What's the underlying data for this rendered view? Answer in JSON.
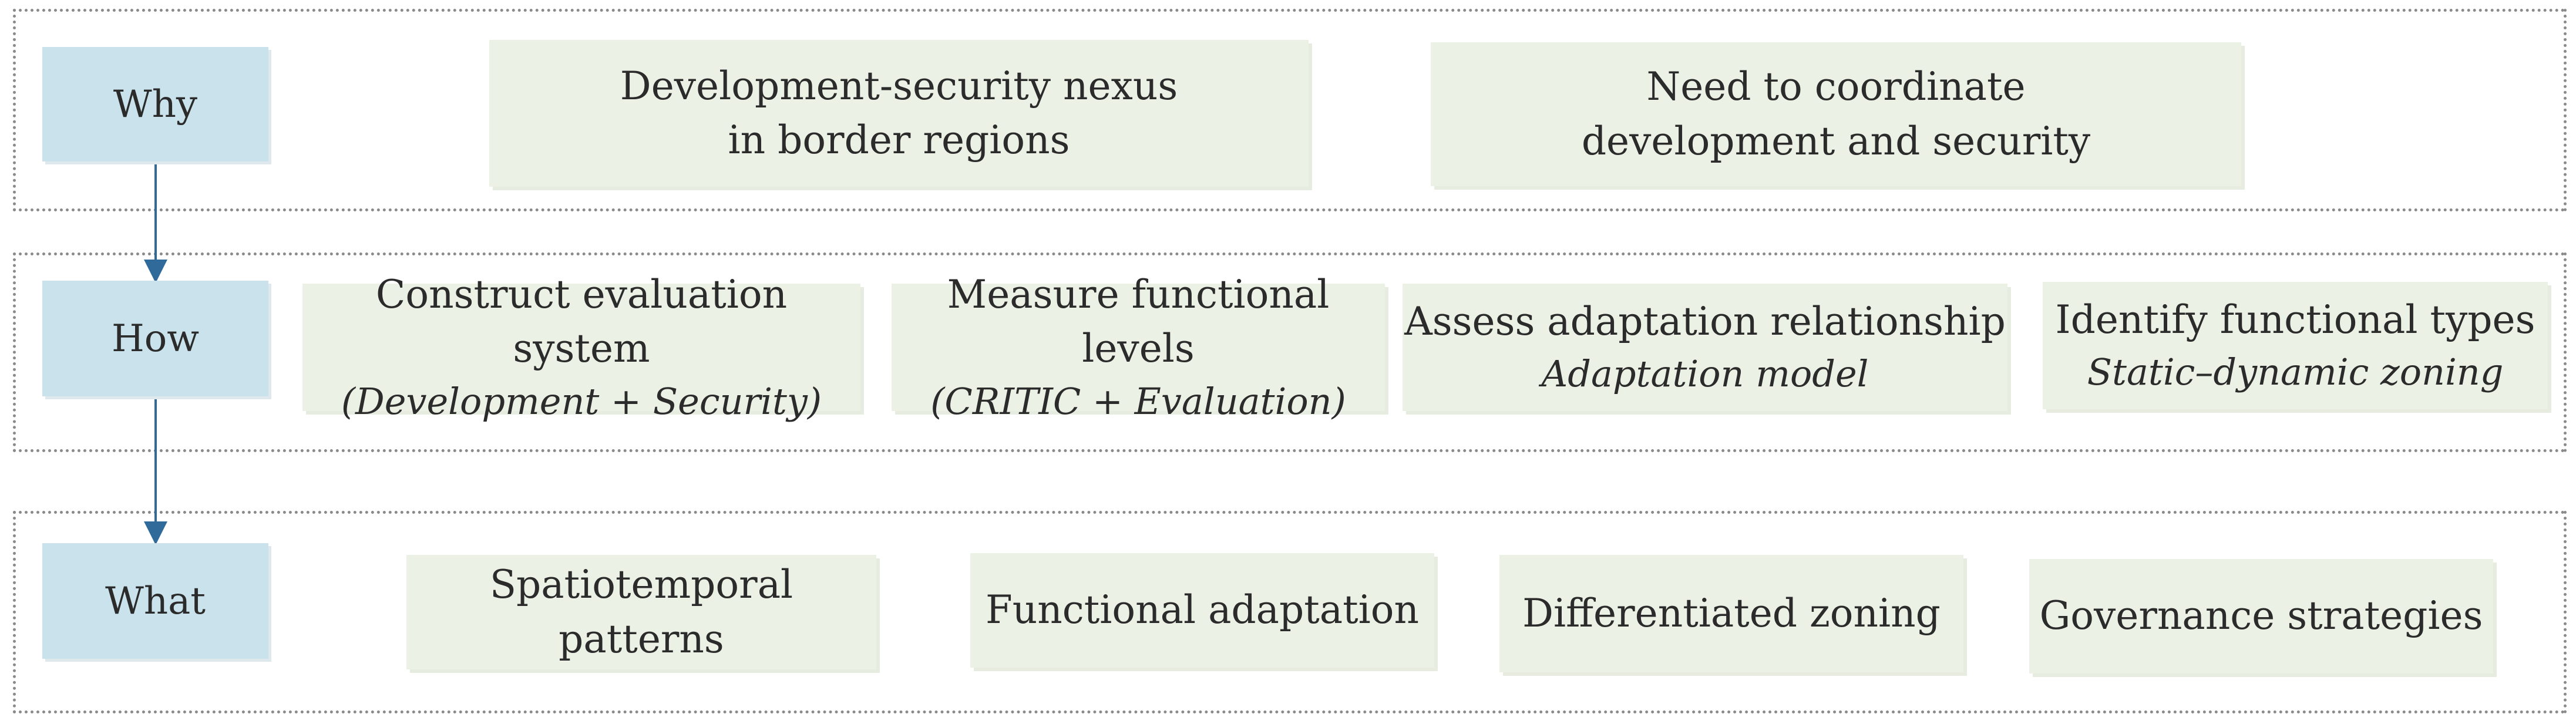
{
  "rows": {
    "why": {
      "label": "Why",
      "boxes": [
        {
          "line1": "Development-security nexus",
          "line2": "in border regions"
        },
        {
          "line1": "Need to coordinate",
          "line2": "development and security"
        }
      ]
    },
    "how": {
      "label": "How",
      "boxes": [
        {
          "title": "Construct evaluation system",
          "sub": "(Development + Security)"
        },
        {
          "title": "Measure functional levels",
          "sub": "(CRITIC + Evaluation)"
        },
        {
          "title": "Assess adaptation relationship",
          "sub": "Adaptation model"
        },
        {
          "title": "Identify functional types",
          "sub": "Static–dynamic zoning"
        }
      ]
    },
    "what": {
      "label": "What",
      "boxes": [
        {
          "title": "Spatiotemporal patterns"
        },
        {
          "title": "Functional adaptation"
        },
        {
          "title": "Differentiated zoning"
        },
        {
          "title": "Governance strategies"
        }
      ]
    }
  },
  "colors": {
    "label_fill": "#c9e2ec",
    "box_fill": "#ebf1e4",
    "arrow": "#2f6a9a",
    "dotted_border": "#8a8a8a"
  }
}
